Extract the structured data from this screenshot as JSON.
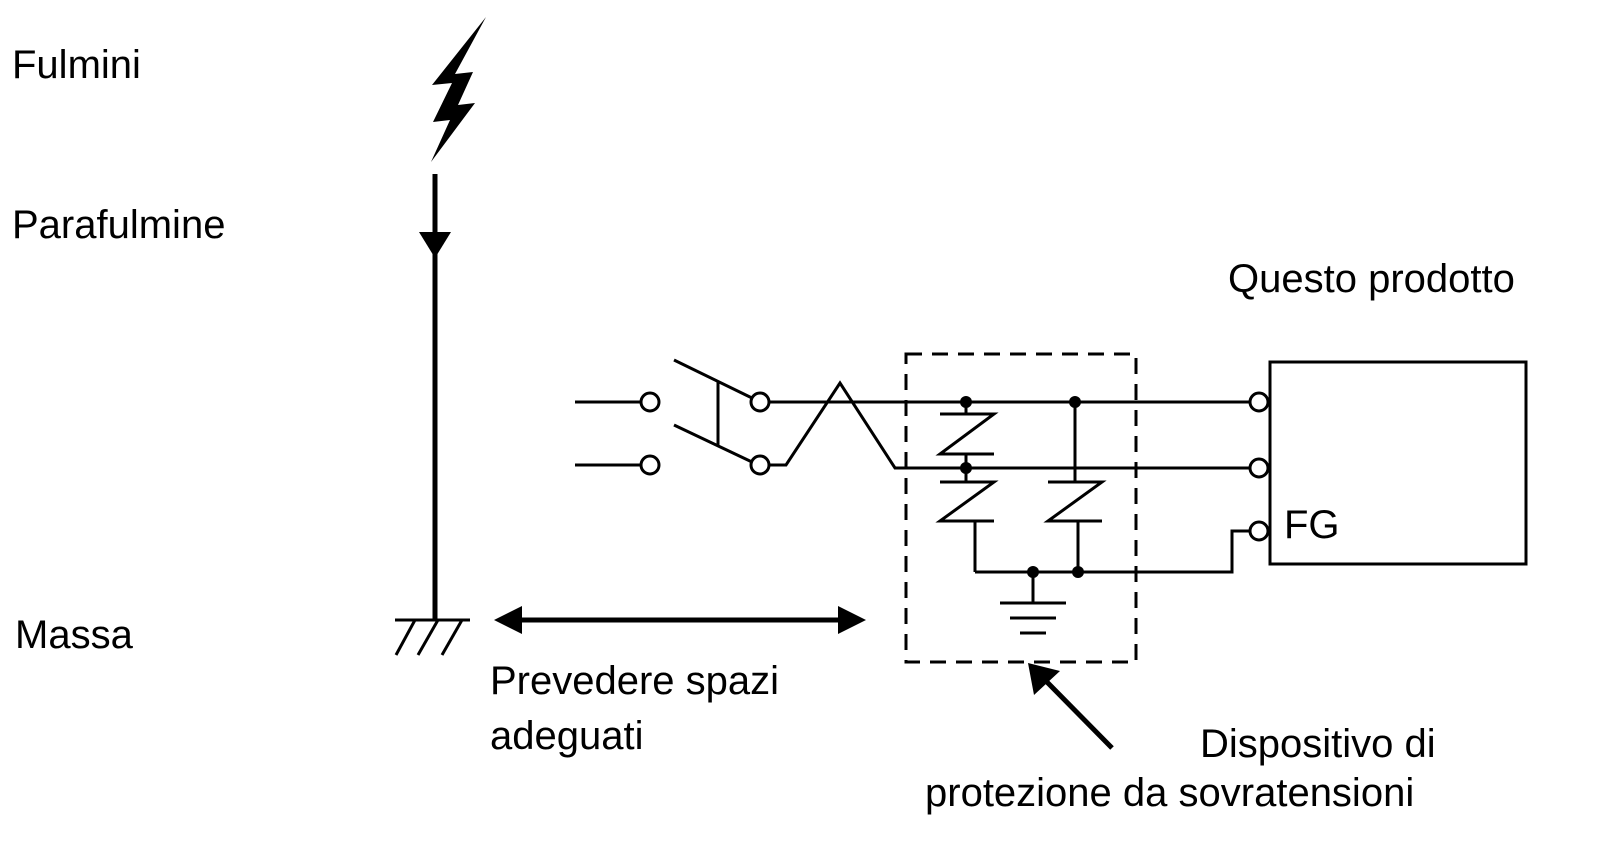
{
  "labels": {
    "fulmini": "Fulmini",
    "parafulmine": "Parafulmine",
    "massa": "Massa",
    "questo_prodotto": "Questo prodotto",
    "fg": "FG",
    "prevedere_line1": "Prevedere spazi",
    "prevedere_line2": "adeguati",
    "dispositivo_line1": "Dispositivo di",
    "dispositivo_line2": "protezione da sovratensioni"
  },
  "colors": {
    "line": "#000000",
    "background": "#ffffff"
  }
}
